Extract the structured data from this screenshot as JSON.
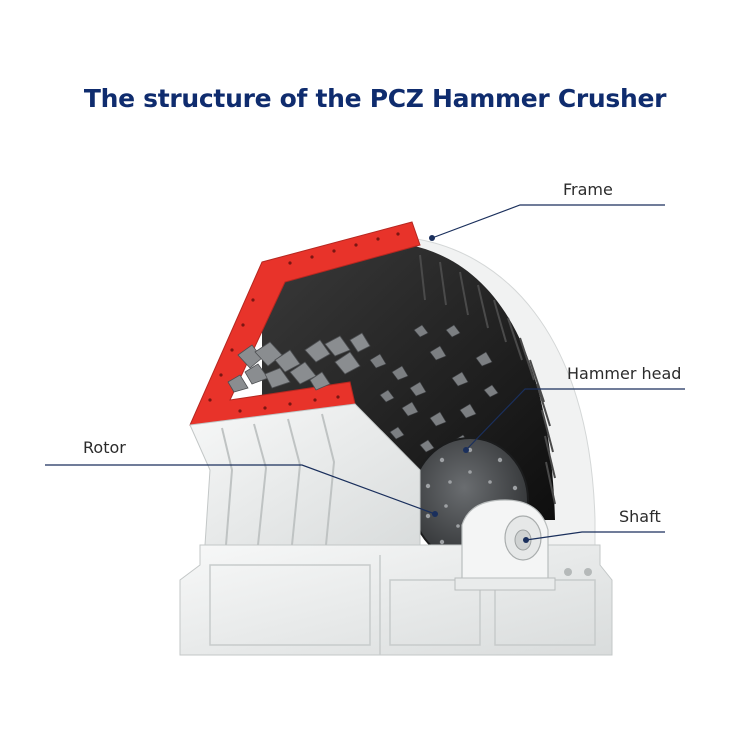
{
  "title": "The structure of the PCZ Hammer Crusher",
  "labels": {
    "frame": "Frame",
    "hammer_head": "Hammer head",
    "rotor": "Rotor",
    "shaft": "Shaft"
  },
  "colors": {
    "title": "#0f2c6e",
    "frame_red": "#e8332a",
    "callout_line": "#1a2f5c",
    "machine_white": "#eceeee",
    "interior_dark": "#1e1e1e"
  }
}
